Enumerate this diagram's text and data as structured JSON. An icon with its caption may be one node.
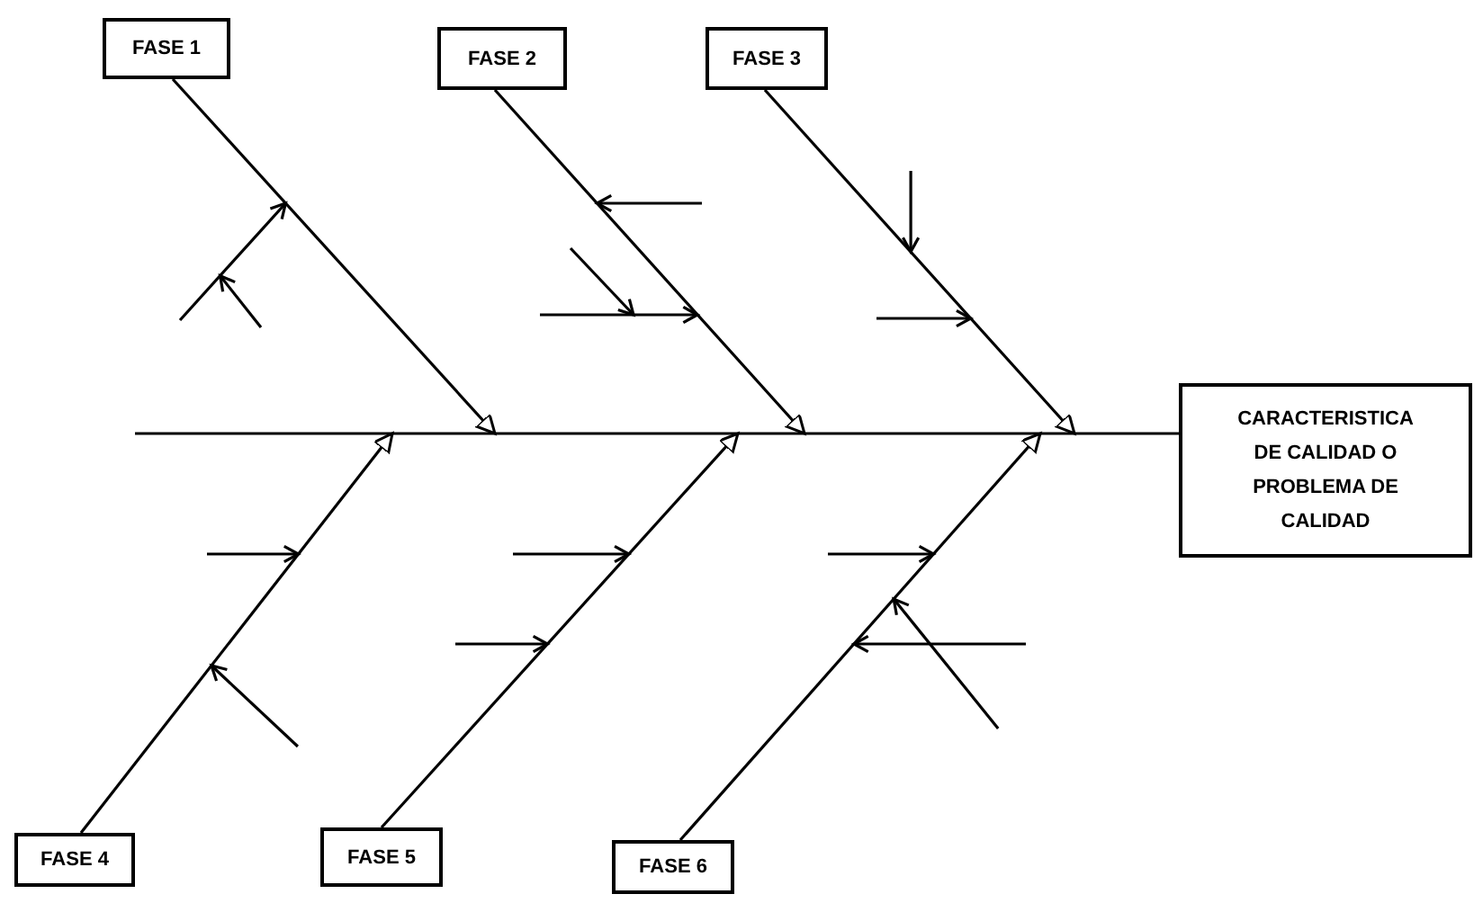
{
  "diagram": {
    "nodes": [
      {
        "text": [
          "FASE 1"
        ]
      },
      {
        "text": [
          "FASE 2"
        ]
      },
      {
        "text": [
          "FASE 3"
        ]
      },
      {
        "text": [
          "FASE 4"
        ]
      },
      {
        "text": [
          "FASE 5"
        ]
      },
      {
        "text": [
          "FASE 6"
        ]
      },
      {
        "text": [
          "CARACTERISTICA DE CALIDAD O PROBLEMA DE CALIDAD"
        ]
      }
    ],
    "edges": [
      {
        "from": null,
        "to": 6,
        "arrow": "none"
      },
      {
        "from": 0,
        "to": null,
        "arrow": "to"
      },
      {
        "from": 1,
        "to": null,
        "arrow": "to"
      },
      {
        "from": 2,
        "to": null,
        "arrow": "to"
      },
      {
        "from": 3,
        "to": null,
        "arrow": "to"
      },
      {
        "from": 4,
        "to": null,
        "arrow": "to"
      },
      {
        "from": 5,
        "to": null,
        "arrow": "to"
      }
    ]
  }
}
